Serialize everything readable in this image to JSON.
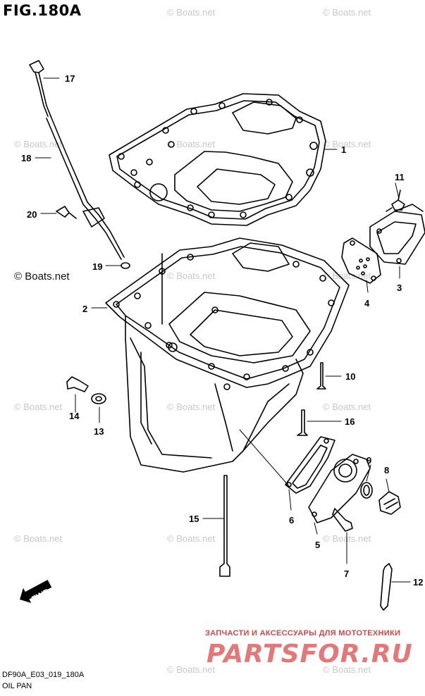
{
  "figure": {
    "title": "FIG.180A"
  },
  "watermark": {
    "text": "© Boats.net"
  },
  "callouts": [
    "1",
    "2",
    "3",
    "4",
    "5",
    "6",
    "7",
    "8",
    "9",
    "10",
    "11",
    "12",
    "13",
    "14",
    "15",
    "16",
    "17",
    "18",
    "19",
    "20"
  ],
  "direction_arrow": {
    "label": "FWD"
  },
  "footer": {
    "code": "DF90A_E03_019_180A",
    "name": "OIL PAN"
  },
  "brand": {
    "tagline": "ЗАПЧАСТИ И АКСЕССУАРЫ ДЛЯ МОТОТЕХНИКИ",
    "name": "PARTSFOR.RU",
    "color": "#e06060"
  },
  "colors": {
    "line": "#000000",
    "background": "#ffffff",
    "watermark": "#c8c8c8"
  }
}
